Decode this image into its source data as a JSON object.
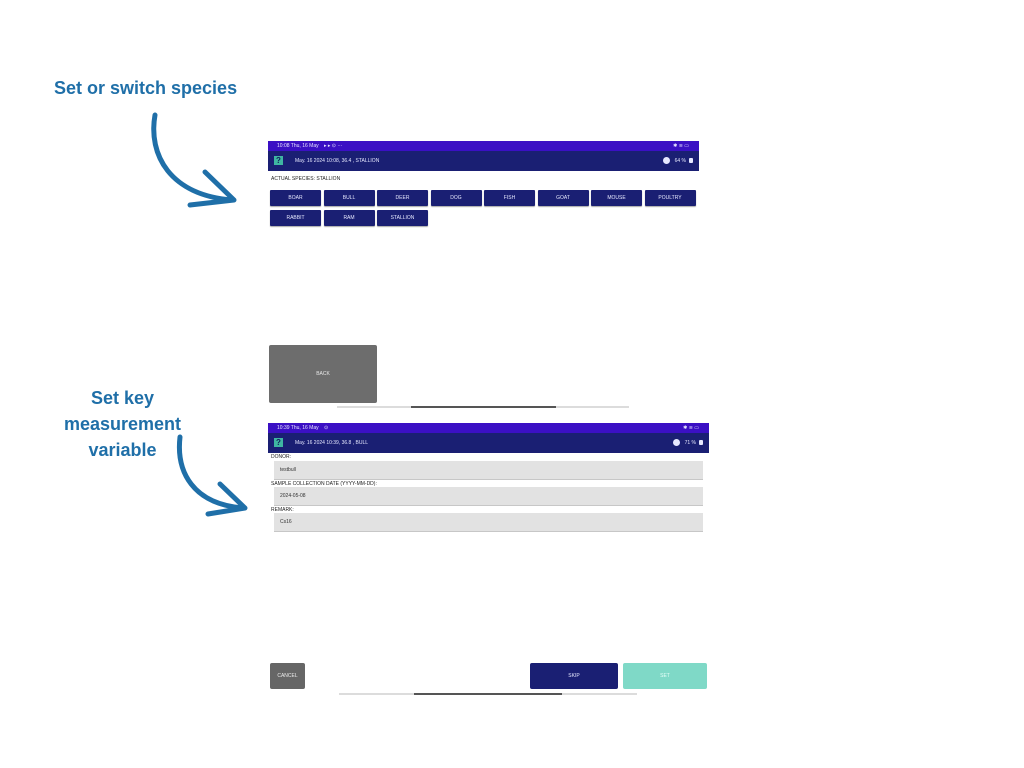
{
  "annotations": {
    "species": "Set or switch  species",
    "measurement_line1": "Set key measurement",
    "measurement_line2": "variable"
  },
  "screen1": {
    "status_time": "10:08 Thu, 16 May",
    "status_icons": "▸ ▸ ⊙ ···",
    "status_right": "✱ ≋ ▭",
    "app_title": "May. 16 2024 10:08, 36.4 , STALLION",
    "battery": "64 %",
    "actual_species_label": "ACTUAL SPECIES: STALLION",
    "species": [
      "BOAR",
      "BULL",
      "DEER",
      "DOG",
      "FISH",
      "GOAT",
      "MOUSE",
      "POULTRY",
      "RABBIT",
      "RAM",
      "STALLION"
    ],
    "back_label": "BACK"
  },
  "screen2": {
    "status_time": "10:39 Thu, 16 May",
    "status_icons": "⊙",
    "status_right": "✱ ≋ ▭",
    "app_title": "May. 16 2024 10:39, 36.8 , BULL",
    "battery": "71 %",
    "donor_label": "DONOR:",
    "donor_value": "testbull",
    "date_label": "SAMPLE COLLECTION DATE (YYYY-MM-DD):",
    "date_value": "2024-05-08",
    "remark_label": "REMARK:",
    "remark_value": "Cs16",
    "cancel_label": "CANCEL",
    "skip_label": "SKIP",
    "set_label": "SET"
  },
  "colors": {
    "annotation": "#1f6fa8",
    "status_bar": "#3b10c4",
    "app_bar": "#1a1f73",
    "button": "#1a1f73",
    "set_button": "#7fd9c7",
    "back_button": "#6d6d6d"
  },
  "icons": [
    "app-help-icon",
    "gauge-icon",
    "lock-icon",
    "curved-arrow-icon"
  ]
}
